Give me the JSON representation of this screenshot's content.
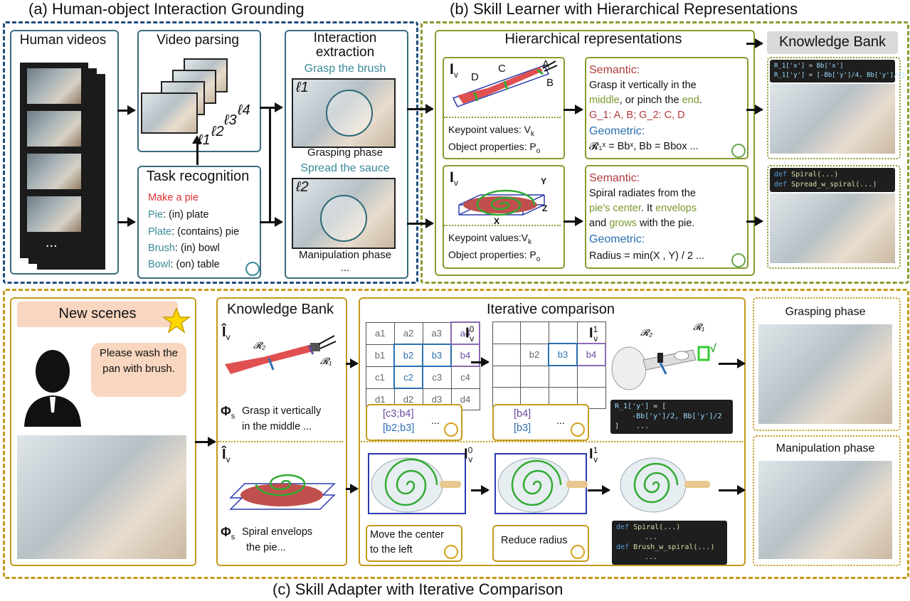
{
  "sections": {
    "a_title": "(a) Human-object Interaction Grounding",
    "b_title": "(b) Skill Learner with Hierarchical Representations",
    "c_title": "(c) Skill Adapter with Iterative Comparison"
  },
  "panel_a": {
    "human_videos": "Human videos",
    "film_dots": "...",
    "video_parsing": "Video parsing",
    "l1": "ℓ1",
    "l2": "ℓ2",
    "l3": "ℓ3",
    "l4": "ℓ4",
    "task_recognition": "Task recognition",
    "make_pie": "Make a pie",
    "rel1_obj": "Pie",
    "rel1_rest": ": (in) plate",
    "rel2_obj": "Plate",
    "rel2_rest": ": (contains) pie",
    "rel3_obj": "Brush",
    "rel3_rest": ": (in) bowl",
    "rel4_obj": "Bowl",
    "rel4_rest": ": (on) table",
    "interaction_extraction": "Interaction extraction",
    "grasp_brush": "Grasp the brush",
    "frame1_label": "ℓ1",
    "grasping_phase": "Grasping phase",
    "spread_sauce": "Spread the sauce",
    "frame2_label": "ℓ2",
    "manipulation_phase": "Manipulation phase",
    "more": "..."
  },
  "panel_b": {
    "hier_title": "Hierarchical representations",
    "iv": "I",
    "iv_sub": "v",
    "kp_a": "A",
    "kp_b": "B",
    "kp_c": "C",
    "kp_d": "D",
    "axis_x": "X",
    "axis_y": "Y",
    "axis_z": "Z",
    "keypoint_values_1": "Keypoint values: V",
    "keypoint_values_2": "Keypoint values:V",
    "k_sub": "k",
    "object_properties": "Object properties: P",
    "o_sub": "o",
    "semantic_label": "Semantic:",
    "sem1_line1": "Grasp it vertically in the",
    "sem1_pre": "",
    "sem1_middle": "middle",
    "sem1_mid": ", or pinch the ",
    "sem1_end": "end",
    "sem1_post": ".",
    "sem1_groups": "G_1: A, B; G_2: C, D",
    "geometric_label": "Geometric:",
    "geo1": "𝓡₁ˣ = Bbˣ, Bb = Bbox ...",
    "sem2_line1": "Spiral radiates from the",
    "sem2_center": "pie's center",
    "sem2_it": ". It ",
    "sem2_envelops": "envelops",
    "sem2_and": "and ",
    "sem2_grows": "grows",
    "sem2_rest": " with the pie.",
    "geo2": "Radius = min(X , Y) / 2 ...",
    "knowledge_bank": "Knowledge Bank",
    "kb_code1_line1_a": "R_1['x']",
    "kb_code1_line1_b": " = ",
    "kb_code1_line1_c": "Bb['x']",
    "kb_code1_line2_a": "R_1['y']",
    "kb_code1_line2_b": " = ",
    "kb_code1_line2_c": "[-Bb['y']/4, Bb['y']/4]",
    "kb_code2_line1_kw": "def",
    "kb_code2_line1_fn": " Spiral(...)",
    "kb_code2_line2_kw": "def",
    "kb_code2_line2_fn": " Spread_w_spiral(...)"
  },
  "panel_c": {
    "new_scenes": "New scenes",
    "speech": "Please wash the pan with brush.",
    "kb_title": "Knowledge Bank",
    "iv_hat": "Î",
    "r1": "𝓡₁",
    "r2": "𝓡₂",
    "phi": "Φ",
    "phi_sub": "s",
    "phi1_text_line1": "Grasp it vertically",
    "phi1_text_line2": "in the middle ...",
    "phi2_text_line1": "Spiral envelops",
    "phi2_text_line2": "the pie...",
    "iter_title": "Iterative comparison",
    "grid1": [
      [
        "a1",
        "a2",
        "a3",
        "a4"
      ],
      [
        "b1",
        "b2",
        "b3",
        "b4"
      ],
      [
        "c1",
        "c2",
        "c3",
        "c4"
      ],
      [
        "d1",
        "d2",
        "d3",
        "d4"
      ]
    ],
    "grid2": [
      [
        "",
        "",
        "",
        ""
      ],
      [
        "",
        "b2",
        "b3",
        "b4"
      ],
      [
        "",
        "",
        "",
        ""
      ],
      [
        "",
        "",
        "",
        ""
      ]
    ],
    "iv0": "I",
    "iv1": "I",
    "sup0": "0",
    "sup1": "1",
    "sel1_line1": "[c3;b4]",
    "sel1_line2": "[b2;b3]",
    "sel1_more": "...",
    "sel2_line1": "[b4]",
    "sel2_line2": "[b3]",
    "sel2_more": "...",
    "feedback1_line1": "Move the center",
    "feedback1_line2": "to the left",
    "feedback2": "Reduce radius",
    "check": "√",
    "code3_l1a": "R_1['y']",
    "code3_l1b": " = [",
    "code3_l2": "    -Bb['y']/2, Bb['y']/2",
    "code3_l3": "]    ...",
    "code4_l1_kw": "def",
    "code4_l1_fn": " Spiral(...)",
    "code4_dots": "...",
    "code4_l2_kw": "def",
    "code4_l2_fn": " Brush_w_spiral(...)",
    "code4_dots2": "...",
    "grasping_phase": "Grasping phase",
    "manipulation_phase": "Manipulation phase"
  },
  "colors": {
    "blue_dash": "#1f4e79",
    "olive_dash": "#8a9a2e",
    "gold_dash": "#c49a1c",
    "semantic_red": "#b23a3a",
    "geometric_blue": "#2a6fb0",
    "highlight_green": "#7a9a2e",
    "brush_red": "#e05050",
    "spiral_green": "#33aa33"
  }
}
